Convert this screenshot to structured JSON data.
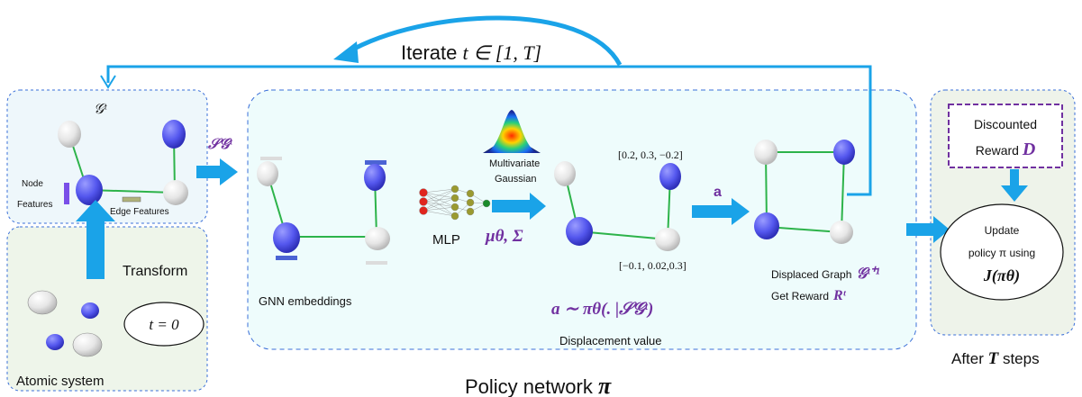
{
  "iterate": {
    "prefix": "Iterate ",
    "math": "t ∈ [1, T]"
  },
  "left_panel": {
    "graph_symbol": "𝒢ᵗ",
    "node_features_line1": "Node",
    "node_features_line2": "Features",
    "edge_features": "Edge Features"
  },
  "state_label": "𝒮𝒢ᵗ",
  "transform_label": "Transform",
  "atomic": {
    "label": "Atomic system",
    "time": "t = 0"
  },
  "policy": {
    "gnn_label": "GNN embeddings",
    "mlp_label": "MLP",
    "gaussian_line1": "Multivariate",
    "gaussian_line2": "Gaussian",
    "mu_sigma": "μθ, Σ",
    "vec_top": "[0.2, 0.3, −0.2]",
    "vec_bottom": "[−0.1, 0.02,0.3]",
    "action": "a",
    "action_formula": "a ∼ πθ(. |𝒮𝒢ᵗ)",
    "displacement_label": "Displacement value",
    "displaced_graph": "Displaced Graph",
    "displaced_symbol": "𝒢ᵗ⁺¹",
    "get_reward": "Get Reward",
    "reward_symbol": "Rᵗ",
    "title_prefix": "Policy network ",
    "title_symbol": "π"
  },
  "right_panel": {
    "discounted": "Discounted",
    "reward_prefix": "Reward ",
    "reward_symbol": "D",
    "update_line1": "Update",
    "update_line2": "policy π using",
    "objective": "J(πθ)",
    "after_prefix": "After ",
    "after_symbol": "T",
    "after_suffix": " steps"
  },
  "colors": {
    "arrow": "#1aa3e8",
    "node_blue": "#5b5ff0",
    "edge": "#2db34a",
    "purple": "#7030a0"
  }
}
